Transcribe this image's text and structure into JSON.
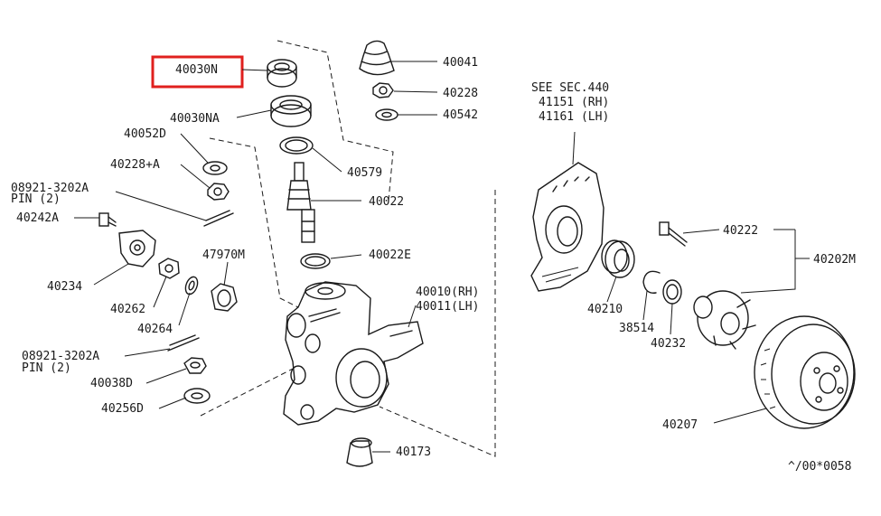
{
  "highlight": {
    "color": "#e0201e"
  },
  "labels": {
    "p40030N": "40030N",
    "p40030NA": "40030NA",
    "p40052D": "40052D",
    "p40228A": "40228+A",
    "p08921a": "08921-3202A",
    "pinA": "PIN (2)",
    "p40242A": "40242A",
    "p40234": "40234",
    "p40262": "40262",
    "p47970M": "47970M",
    "p40264": "40264",
    "p08921b": "08921-3202A",
    "pinB": "PIN (2)",
    "p40038D": "40038D",
    "p40256D": "40256D",
    "p40041": "40041",
    "p40228": "40228",
    "p40542": "40542",
    "p40579": "40579",
    "p40022": "40022",
    "p40022E": "40022E",
    "p40010": "40010(RH)",
    "p40011": "40011(LH)",
    "p40173": "40173",
    "see1": "SEE SEC.440",
    "see2": "41151 (RH)",
    "see3": "41161 (LH)",
    "p40210": "40210",
    "p38514": "38514",
    "p40232": "40232",
    "p40222": "40222",
    "p40202M": "40202M",
    "p40207": "40207",
    "code": "^/00*0058"
  }
}
